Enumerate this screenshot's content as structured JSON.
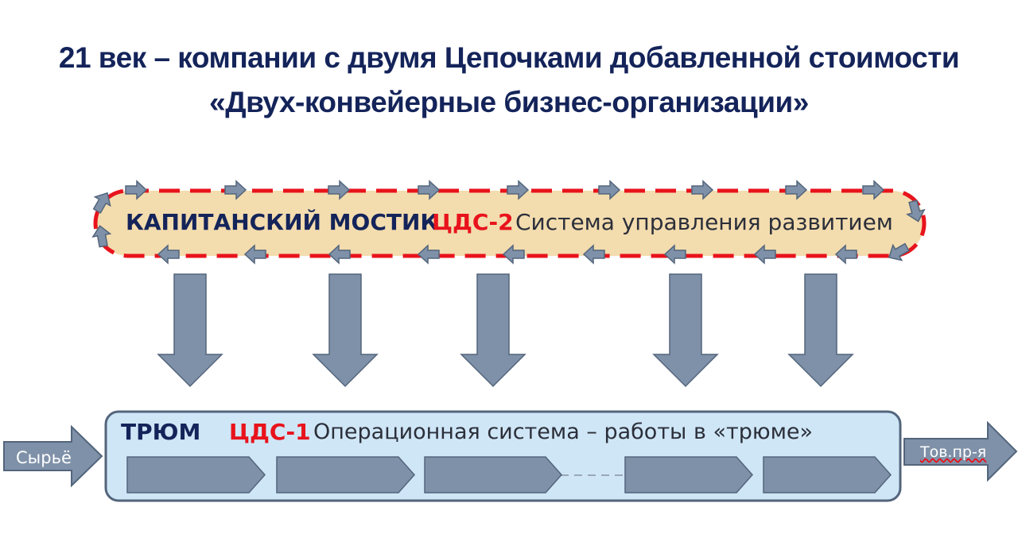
{
  "title": {
    "line1": "21 век – компании с двумя Цепочками добавленной стоимости",
    "line2": "«Двух-конвейерные бизнес-организации»"
  },
  "bridge": {
    "name": "КАПИТАНСКИЙ МОСТИК",
    "code": "ЦДС-2",
    "description": "Система управления развитием"
  },
  "hold": {
    "name": "ТРЮМ",
    "code": "ЦДС-1",
    "description": "Операционная система – работы в «трюме»"
  },
  "input_label": "Сырьё",
  "output_label": "Тов.пр-я",
  "colors": {
    "title": "#14245a",
    "accent_red": "#e8131c",
    "bridge_fill": "#f3dcae",
    "hold_fill": "#cfe6f6",
    "arrow_fill": "#7f91a8",
    "arrow_stroke": "#53657c"
  }
}
